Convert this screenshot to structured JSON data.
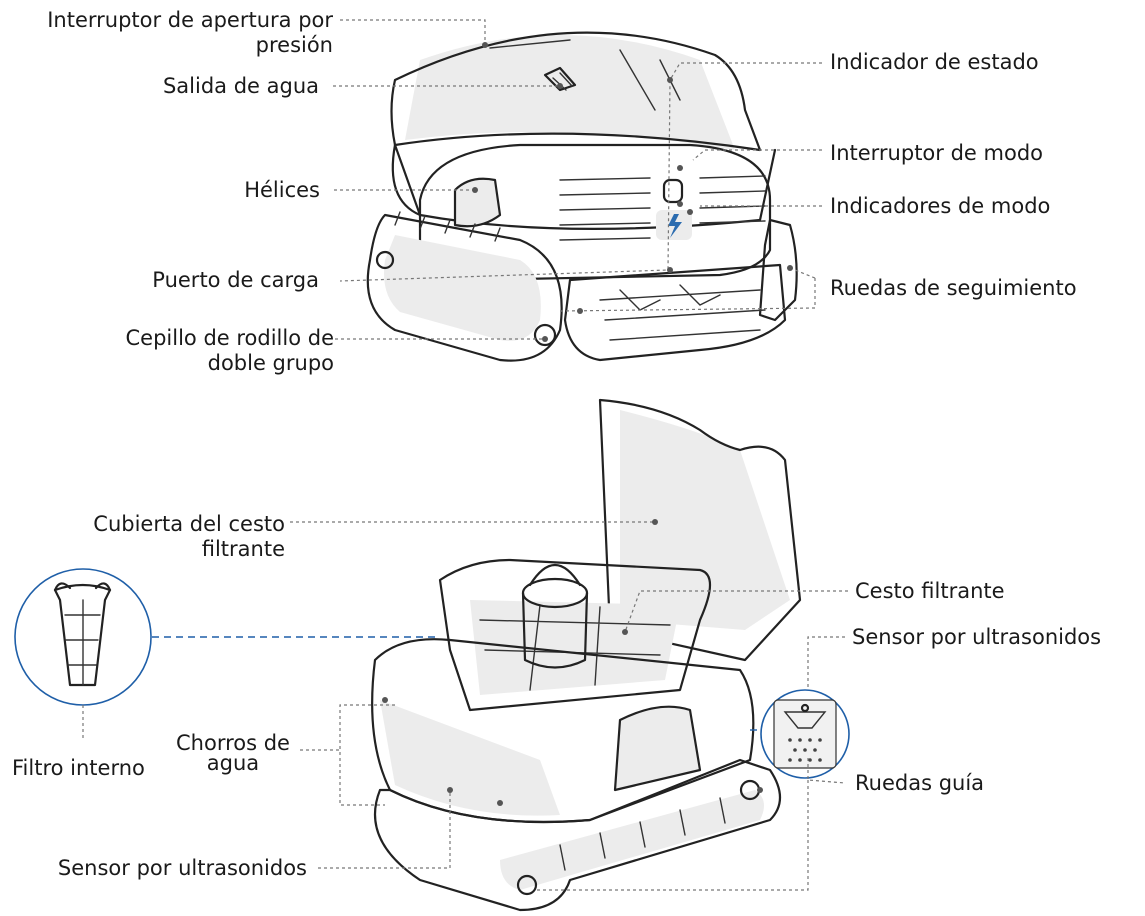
{
  "top_labels": {
    "pressure_switch": [
      "Interruptor de apertura por",
      "presión"
    ],
    "water_outlet": "Salida de agua",
    "status_indicator": "Indicador de estado",
    "mode_switch": "Interruptor de modo",
    "mode_indicators": "Indicadores de modo",
    "propellers": "Hélices",
    "charging_port": "Puerto de carga",
    "tracking_wheels": "Ruedas de seguimiento",
    "roller_brush": [
      "Cepillo de rodillo de",
      "doble grupo"
    ]
  },
  "bottom_labels": {
    "filter_cover": [
      "Cubierta del cesto",
      "filtrante"
    ],
    "filter_basket": "Cesto filtrante",
    "ultrasonic_sensor_right": "Sensor por ultrasonidos",
    "internal_filter": "Filtro interno",
    "water_jets": [
      "Chorros de",
      "agua"
    ],
    "guide_wheels": "Ruedas guía",
    "ultrasonic_sensor_bottom": "Sensor por ultrasonidos"
  },
  "colors": {
    "leader_line": "#777777",
    "detail_circle": "#1f5fa8",
    "panel_fill": "#ececec",
    "accent_icon": "#2b6cb0"
  }
}
